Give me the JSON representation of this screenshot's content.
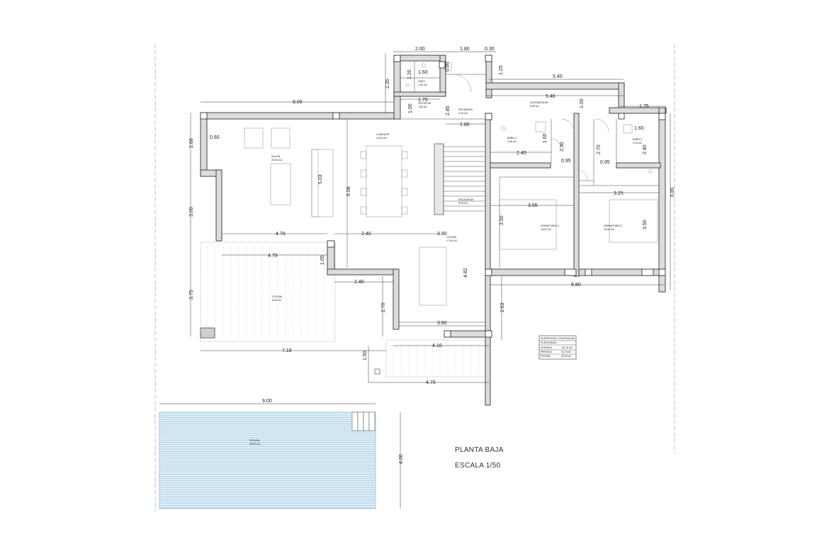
{
  "titles": {
    "plan": "PLANTA BAJA",
    "scale": "ESCALA 1/50"
  },
  "rooms": {
    "aseo": {
      "name": "ASEO",
      "area": "1,90 m2"
    },
    "vestidor": {
      "name": "VESTIDOR",
      "area": "1,60 m2"
    },
    "recibidor": {
      "name": "RECIBIDOR",
      "area": "0,15 m2"
    },
    "distribuidor": {
      "name": "DISTRIBUIDOR",
      "area": "5,56 m2"
    },
    "comedor": {
      "name": "COMEDOR",
      "area": "23,04 m2"
    },
    "salon": {
      "name": "SALON",
      "area": "25,06 m2"
    },
    "escaleras": {
      "name": "ESCALERAS",
      "area": "5,03 m2"
    },
    "bano1": {
      "name": "BAÑO 1",
      "area": "4,56 m2"
    },
    "bano2": {
      "name": "BAÑO 2",
      "area": "4,16 m2"
    },
    "dormitorio1": {
      "name": "DORMITORIO 1",
      "area": "18,22 m2"
    },
    "dormitorio2": {
      "name": "DORMITORIO 2",
      "area": "15,00 m2"
    },
    "cocina": {
      "name": "COCINA",
      "area": "17,40 m2"
    },
    "cocina_ext": {
      "name": "COCINA",
      "area": "8,43 m2"
    },
    "piscina": {
      "name": "PISCINA",
      "area": "36,00 m2"
    }
  },
  "surfaces": {
    "heading": "SUPERFICIES CONSTRUIDAS",
    "subheading": "PLANTA BAJA",
    "rows": [
      {
        "label": "VIVIENDA",
        "value": "181,04 m2"
      },
      {
        "label": "PÉRGOLA",
        "value": "33,73 m2"
      },
      {
        "label": "PISCINA",
        "value": "36,00 m2"
      }
    ]
  },
  "dimensions": {
    "d_2_00": "2.00",
    "d_1_80a": "1.80",
    "d_0_30": "0.30",
    "d_0_80": "0.80",
    "d_1_25": "1.25",
    "d_5_40a": "5.40",
    "d_5_40b": "5.40",
    "d_1_75": "1.75",
    "d_8_09": "8.09",
    "d_2_35": "2.35",
    "d_1_20": "1.20",
    "d_1_60a": "1.60",
    "d_1_70": "1.70",
    "d_1_00a": "1.00",
    "d_2_85": "2.85",
    "d_1_00b": "1.00",
    "d_1_80b": "1.80",
    "d_1_60b": "1.60",
    "d_1_60c": "1.60",
    "d_2_30": "2.30",
    "d_2_40c": "2.40",
    "d_2_70a": "2.70",
    "d_0_95a": "0.95",
    "d_0_95b": "0.95",
    "d_2_68": "2.68",
    "d_0_60": "0.60",
    "d_5_03": "5.03",
    "d_6_08": "6.08",
    "d_3_25": "3.25",
    "d_6_85": "6.85",
    "d_3_65": "3.65",
    "d_3_00": "3.00",
    "d_3_50a": "3.50",
    "d_3_50b": "3.50",
    "d_4_79a": "4.79",
    "d_2_40a": "2.40",
    "d_3_80a": "3.80",
    "d_4_79b": "4.79",
    "d_1_05": "1.05",
    "d_2_40b": "2.40",
    "d_4_82": "4.82",
    "d_6_80": "6.80",
    "d_3_75": "3.75",
    "d_2_70b": "2.70",
    "d_2_63": "2.63",
    "d_3_80b": "3.80",
    "d_4_10": "4.10",
    "d_7_19": "7.19",
    "d_1_50": "1.50",
    "d_4_70": "4.70",
    "d_9_00": "9.00",
    "d_4_00": "4.00"
  },
  "colors": {
    "wall_fill": "#dcdcdc",
    "line": "#333333",
    "pool_fill": "#dceef8",
    "pool_line": "#8fb7cf"
  }
}
